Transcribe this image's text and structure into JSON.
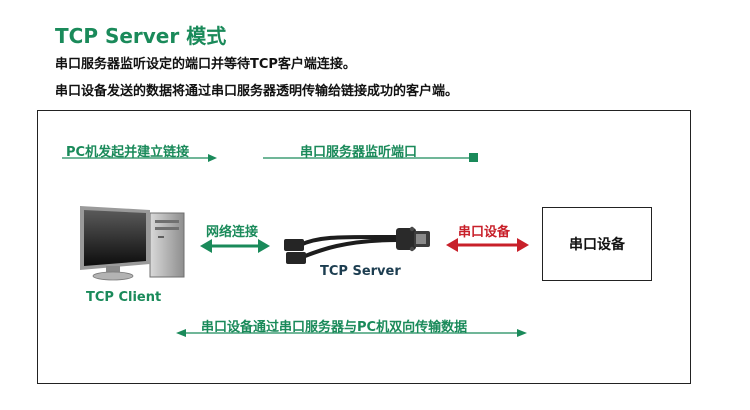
{
  "header": {
    "title": "TCP Server 模式",
    "line1": "串口服务器监听设定的端口并等待TCP客户端连接。",
    "line2": "串口设备发送的数据将通过串口服务器透明传输给链接成功的客户端。"
  },
  "diagram": {
    "pc_initiate": "PC机发起并建立链接",
    "server_listen": "串口服务器监听端口",
    "network_conn": "网络连接",
    "serial_device_arrow": "串口设备",
    "serial_device_box": "串口设备",
    "tcp_server": "TCP Server",
    "tcp_client": "TCP Client",
    "bottom_caption": "串口设备通过串口服务器与PC机双向传输数据"
  },
  "colors": {
    "green": "#1a8a5a",
    "red": "#c8202a"
  }
}
